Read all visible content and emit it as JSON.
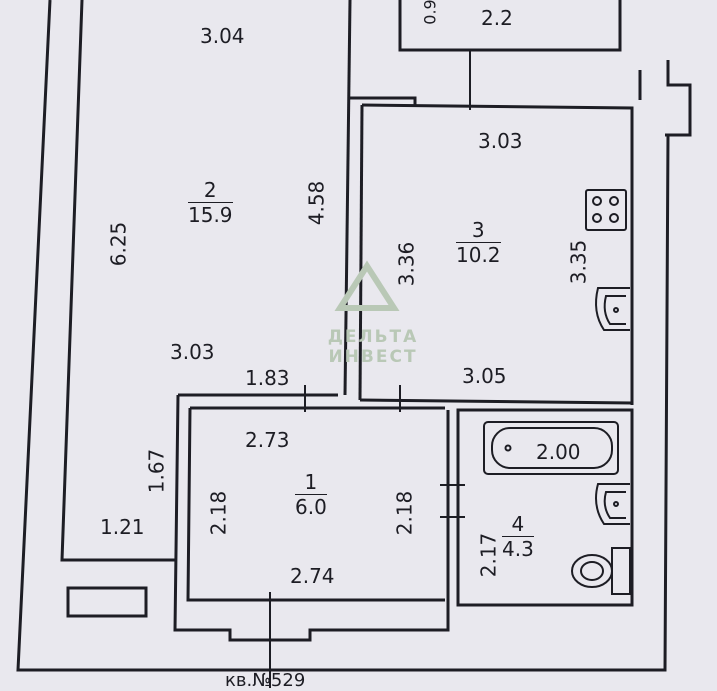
{
  "plan": {
    "rooms": [
      {
        "number": "2",
        "area": "15.9"
      },
      {
        "number": "3",
        "area": "10.2"
      },
      {
        "number": "1",
        "area": "6.0"
      },
      {
        "number": "4",
        "area": "4.3"
      }
    ],
    "dimensions": {
      "top_living": "3.04",
      "balcony_small": "0.9",
      "balcony_len": "2.2",
      "kitchen_top": "3.03",
      "living_height": "6.25",
      "living_inner_height": "4.58",
      "living_width_mid": "3.03",
      "kitchen_left": "3.36",
      "kitchen_right": "3.35",
      "kitchen_bottom": "3.05",
      "corridor_top": "1.83",
      "hall_top": "2.73",
      "hall_left": "2.18",
      "hall_right": "2.18",
      "hall_bottom": "2.74",
      "entry_side": "1.67",
      "entry_bottom": "1.21",
      "bath_side": "2.17",
      "bathtub": "2.00"
    },
    "apartment_label": "кв.№529",
    "watermark": {
      "line1": "ДЕЛЬТА",
      "line2": "ИНВЕСТ"
    },
    "icon_names": [
      "stove-icon",
      "sink-icon",
      "bathtub-icon",
      "toilet-icon",
      "delta-logo-icon"
    ]
  }
}
